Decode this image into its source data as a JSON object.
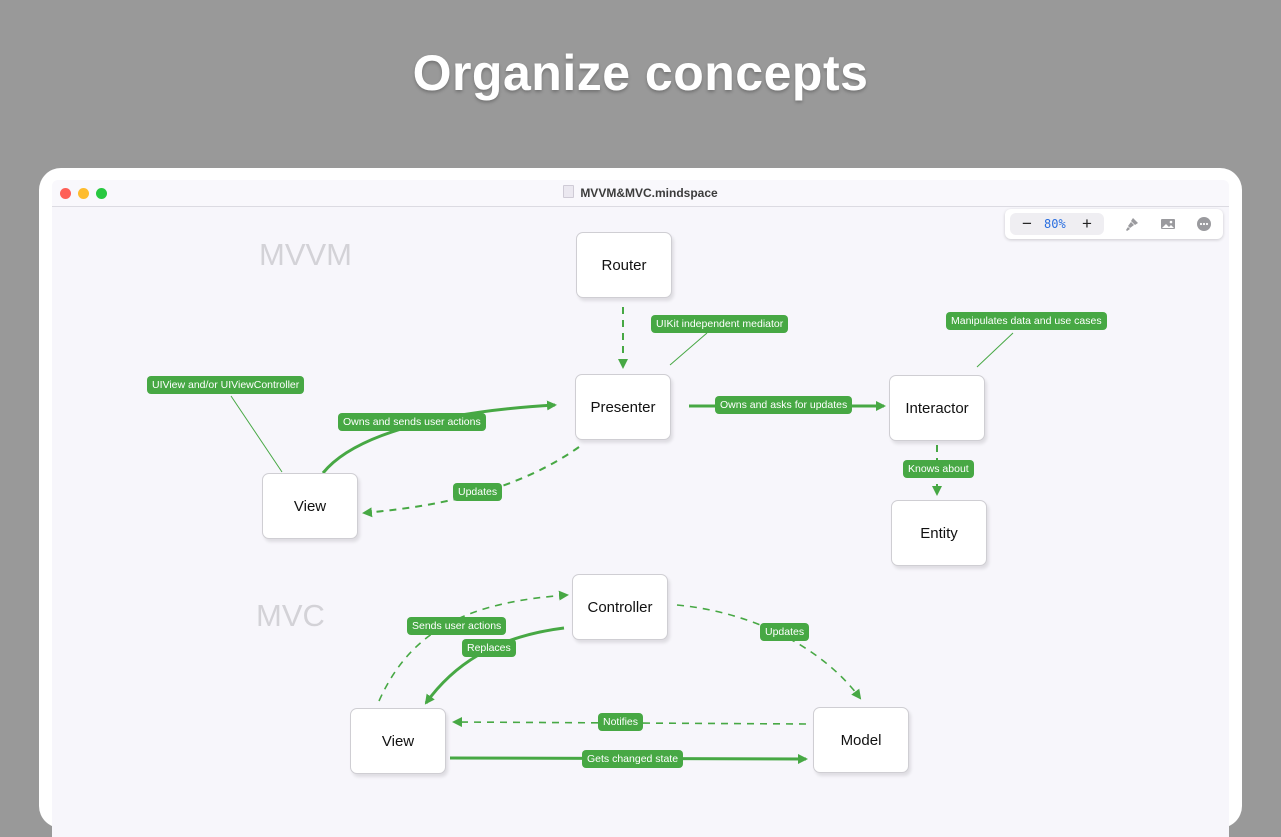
{
  "headline": "Organize concepts",
  "window": {
    "title": "MVVM&MVC.mindspace",
    "traffic_lights": [
      "close",
      "minimize",
      "maximize"
    ]
  },
  "toolbar": {
    "zoom_out_label": "−",
    "zoom_level": "80%",
    "zoom_in_label": "+",
    "icons": [
      "paintbrush-icon",
      "image-icon",
      "more-icon"
    ]
  },
  "colors": {
    "accent_green": "#47a844",
    "canvas_bg": "#f7f6fb",
    "backdrop": "#999999",
    "zoom_text": "#2a6fe0"
  },
  "diagram": {
    "sections": {
      "mvvm": "MVVM",
      "mvc": "MVC"
    },
    "nodes": {
      "router": "Router",
      "presenter": "Presenter",
      "interactor": "Interactor",
      "entity": "Entity",
      "view_mvvm": "View",
      "controller": "Controller",
      "view_mvc": "View",
      "model": "Model"
    },
    "notes": {
      "view_note": "UIView and/or UIViewController",
      "presenter_note": "UIKit independent mediator",
      "interactor_note": "Manipulates data and use cases"
    },
    "edge_labels": {
      "view_to_presenter": "Owns and sends user actions",
      "presenter_to_view": "Updates",
      "presenter_to_interactor": "Owns and asks for updates",
      "interactor_to_entity": "Knows about",
      "view_to_controller": "Sends user actions",
      "controller_to_view": "Replaces",
      "controller_to_model": "Updates",
      "model_to_view": "Notifies",
      "view_to_model": "Gets changed state"
    }
  }
}
